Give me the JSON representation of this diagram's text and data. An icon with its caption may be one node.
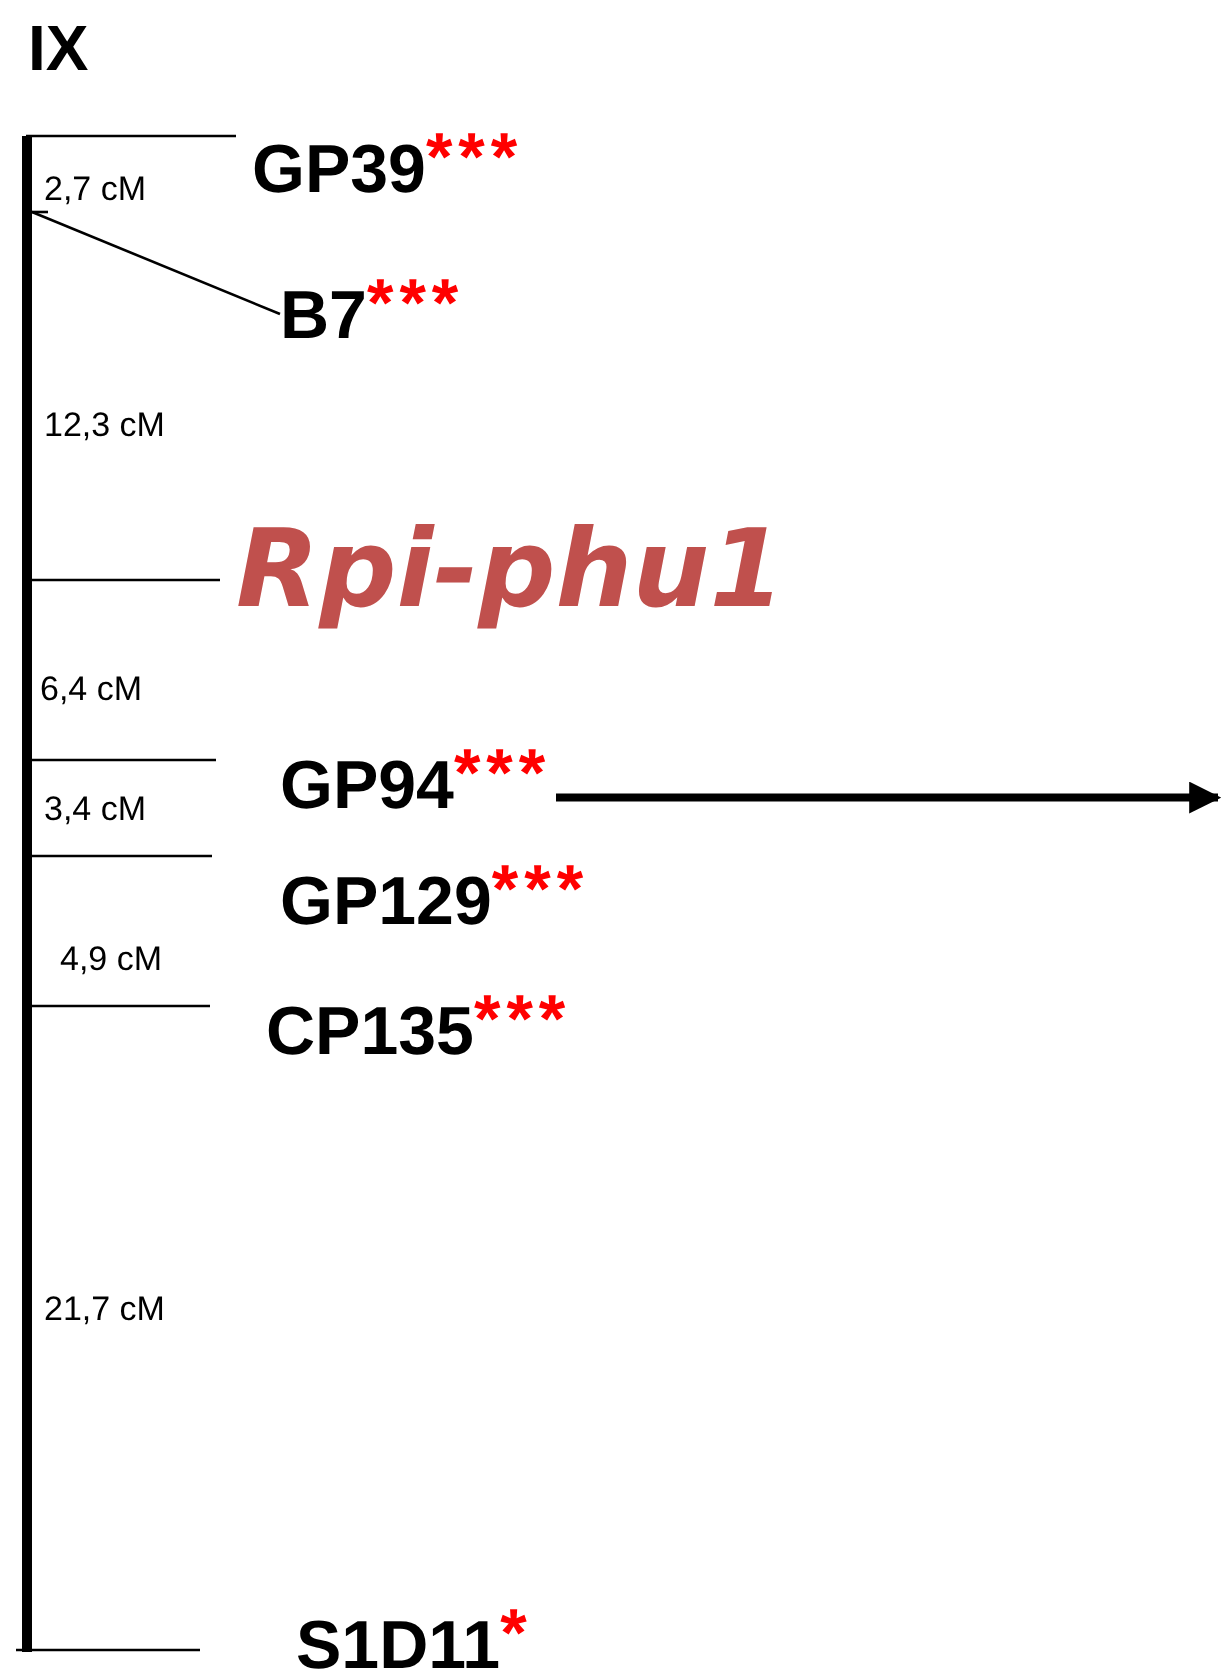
{
  "diagram": {
    "title": "IX",
    "nodes": [
      {
        "text": [],
        "shape": "bar"
      },
      {
        "text": [
          "GP39",
          "***"
        ]
      },
      {
        "text": [
          "B7",
          "***"
        ]
      },
      {
        "text": [
          "Rpi-phu1"
        ]
      },
      {
        "text": [
          "GP94",
          "***"
        ]
      },
      {
        "text": [
          "GP129",
          "***"
        ]
      },
      {
        "text": [
          "CP135",
          "***"
        ]
      },
      {
        "text": [
          "S1D11",
          "*"
        ]
      }
    ],
    "edges": [
      {
        "from": 0,
        "to": 2,
        "arrow": "none"
      },
      {
        "from": 4,
        "to": null,
        "arrow": "to",
        "style": "thick"
      }
    ],
    "labels": [
      "2,7 cM",
      "12,3 cM",
      "6,4 cM",
      "3,4 cM",
      "4,9 cM",
      "21,7 cM"
    ]
  }
}
